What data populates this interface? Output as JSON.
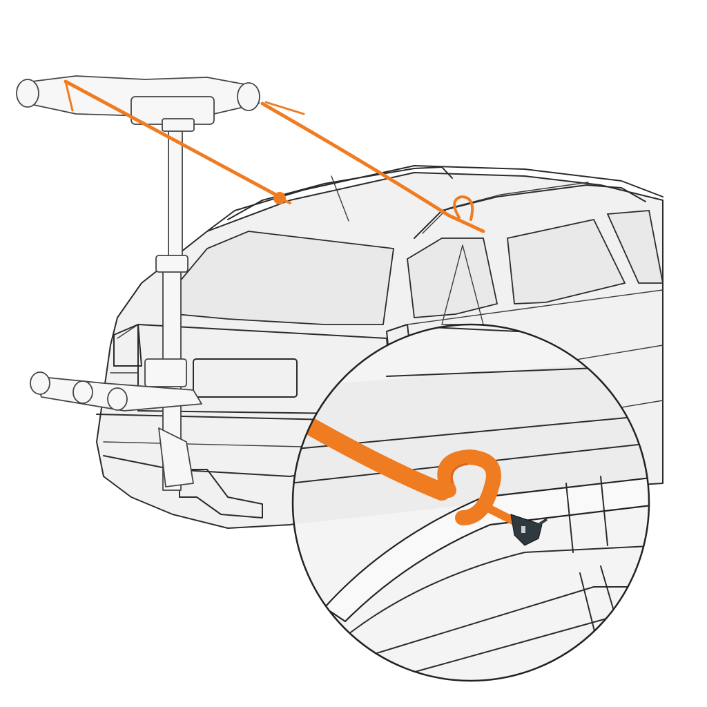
{
  "colors": {
    "strap": "#f07c22",
    "strap_dark": "#d9661a",
    "hook": "#2f3940",
    "line": "#2a2a2a",
    "car_body": "#f1f1f1",
    "background": "#ffffff"
  },
  "icons": {
    "vehicle": "station-wagon-rear-three-quarter",
    "carrier": "tow-bar-bike-carrier",
    "strap": "orange-securing-strap",
    "detail": "magnified-roof-rail-hook"
  }
}
